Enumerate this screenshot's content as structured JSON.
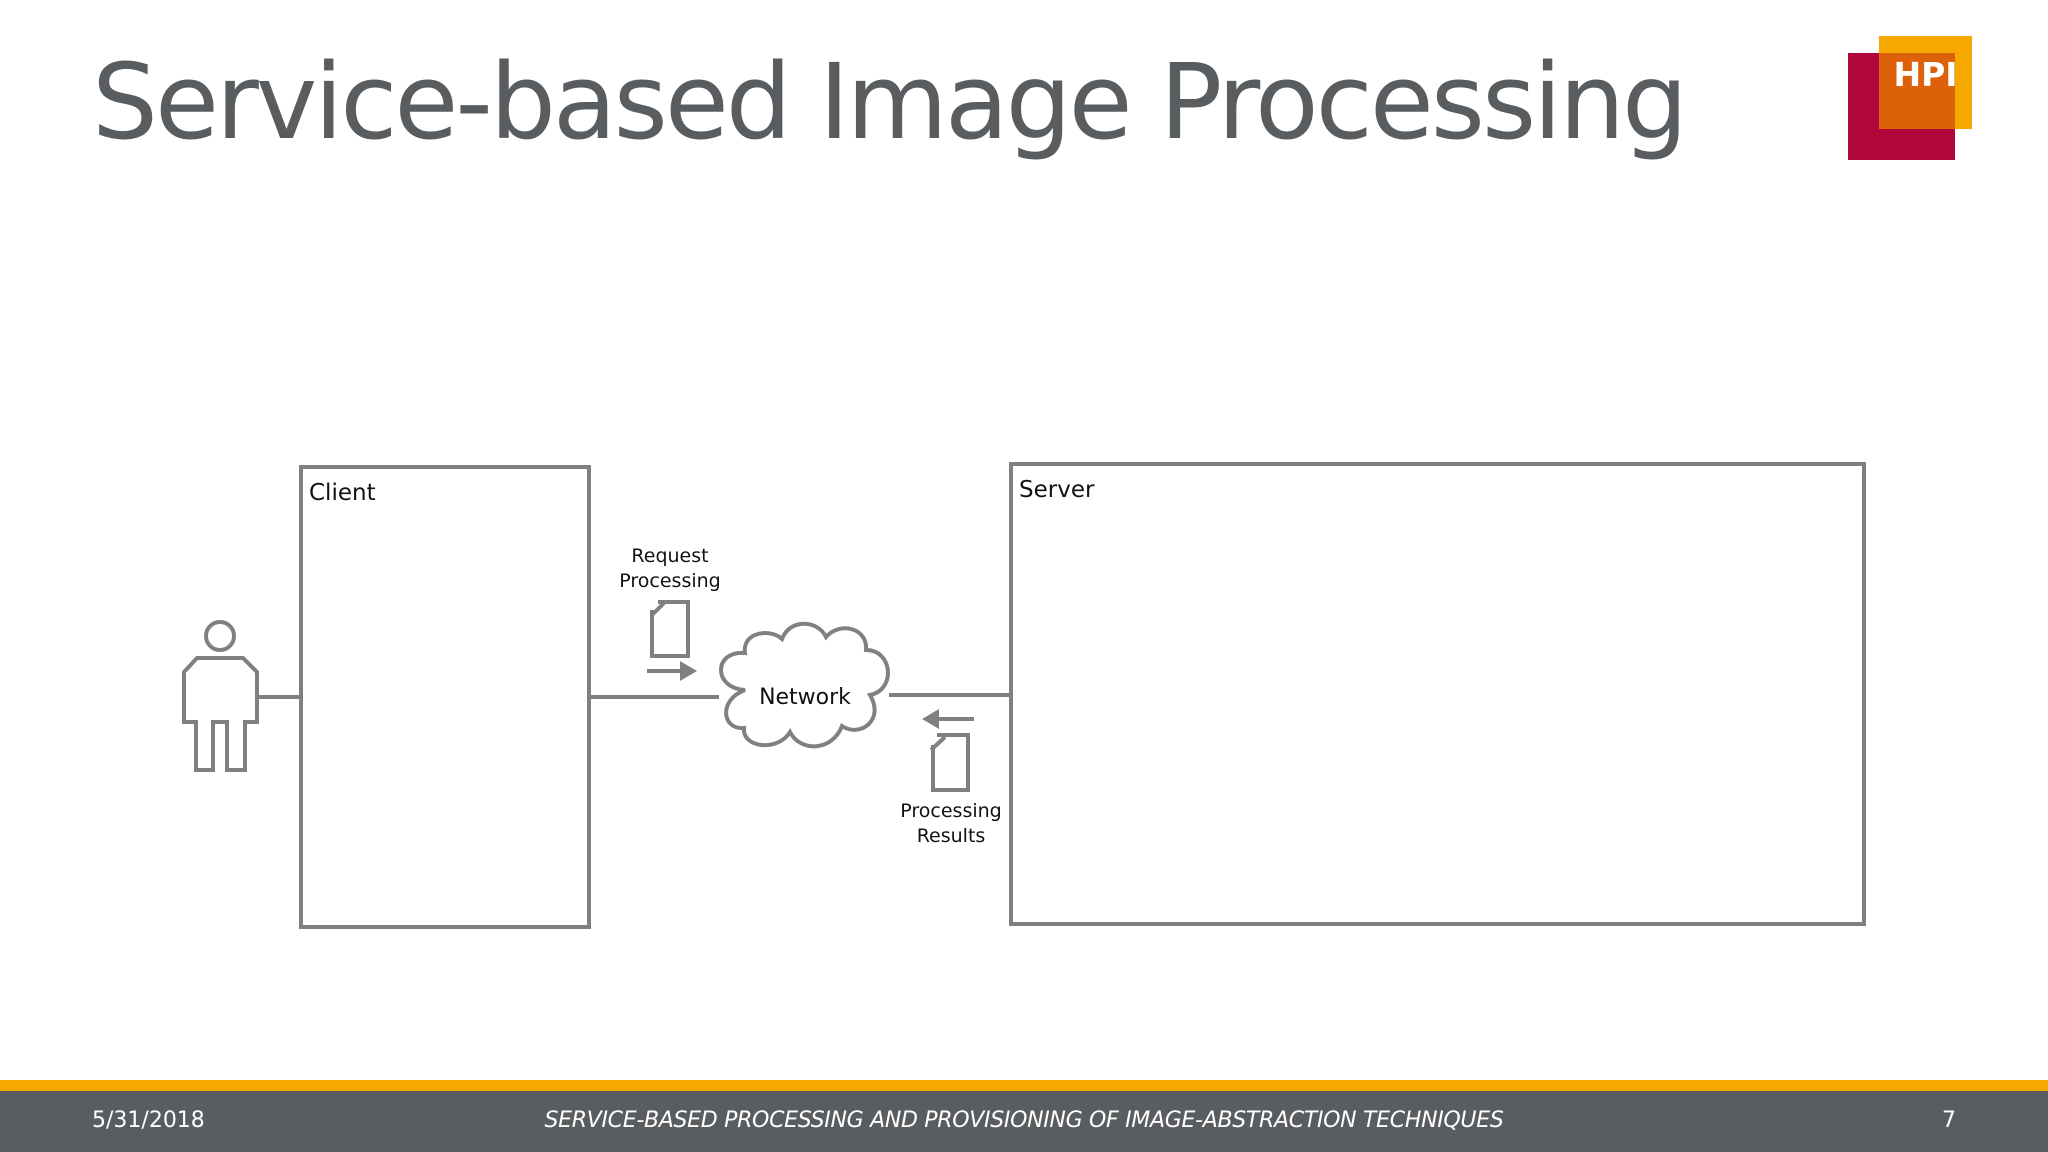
{
  "slide": {
    "title": "Service-based Image Processing"
  },
  "logo": {
    "text": "HPI",
    "colors": {
      "red": "#b1063a",
      "orange": "#dd6108",
      "yellow": "#f6a800"
    }
  },
  "diagram": {
    "client_label": "Client",
    "server_label": "Server",
    "network_label": "Network",
    "request_label_line1": "Request",
    "request_label_line2": "Processing",
    "results_label_line1": "Processing",
    "results_label_line2": "Results",
    "icons": [
      "person-icon",
      "network-cloud-icon",
      "document-icon",
      "arrow-right-icon",
      "arrow-left-icon"
    ],
    "colors": {
      "stroke": "#808080",
      "text": "#111111"
    }
  },
  "footer": {
    "date": "5/31/2018",
    "center_text": "SERVICE-BASED PROCESSING AND PROVISIONING OF IMAGE-ABSTRACTION TECHNIQUES",
    "page_number": "7",
    "colors": {
      "bar": "#5a5d60",
      "stripe": "#f6a800"
    }
  }
}
